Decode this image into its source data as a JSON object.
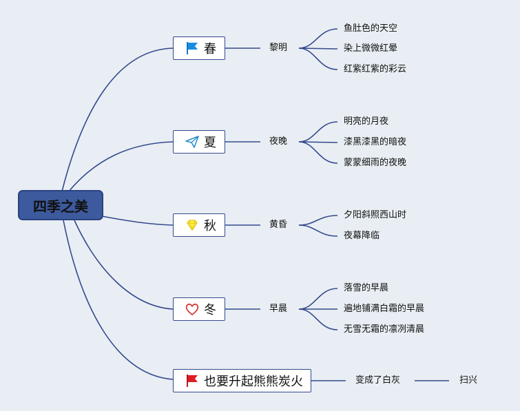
{
  "root": {
    "label": "四季之美"
  },
  "branches": [
    {
      "season": "春",
      "icon": "blue-flag-icon",
      "time": "黎明",
      "leaves": [
        "鱼肚色的天空",
        "染上微微红晕",
        "红紫红紫的彩云"
      ]
    },
    {
      "season": "夏",
      "icon": "paper-plane-icon",
      "time": "夜晚",
      "leaves": [
        "明亮的月夜",
        "漆黑漆黑的暗夜",
        "蒙蒙细雨的夜晚"
      ]
    },
    {
      "season": "秋",
      "icon": "diamond-icon",
      "time": "黄昏",
      "leaves": [
        "夕阳斜照西山时",
        "夜幕降临"
      ]
    },
    {
      "season": "冬",
      "icon": "heart-icon",
      "time": "早晨",
      "leaves": [
        "落雪的早晨",
        "遍地铺满白霜的早晨",
        "无雪无霜的凛冽清晨"
      ]
    },
    {
      "season": "也要升起熊熊炭火",
      "icon": "red-flag-icon",
      "time": "变成了白灰",
      "leaves": [
        "扫兴"
      ]
    }
  ],
  "colors": {
    "line": "#34488e",
    "root_fill": "#3d5a9e"
  }
}
